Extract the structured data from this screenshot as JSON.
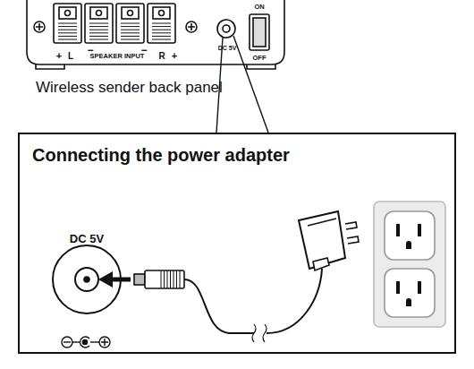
{
  "diagram": {
    "caption": "Wireless sender back panel",
    "nodes": [
      {
        "text": [
          "Connecting the power adapter"
        ]
      }
    ],
    "labels": [
      "+",
      "L",
      "−",
      "SPEAKER INPUT",
      "−",
      "R",
      "+",
      "DC 5V",
      "ON",
      "OFF",
      "DC 5V"
    ]
  }
}
